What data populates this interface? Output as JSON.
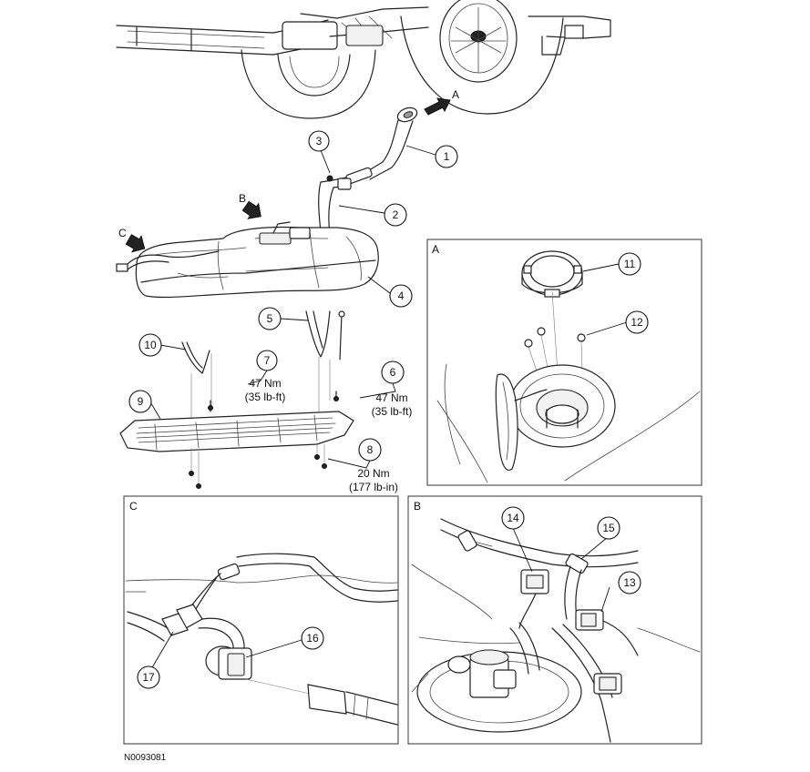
{
  "figure_code": "N0093081",
  "views": [
    {
      "id": "A",
      "label": "A"
    },
    {
      "id": "B",
      "label": "B"
    },
    {
      "id": "C",
      "label": "C"
    }
  ],
  "view_arrows": [
    {
      "id": "A",
      "label": "A"
    },
    {
      "id": "B",
      "label": "B"
    },
    {
      "id": "C",
      "label": "C"
    }
  ],
  "callouts": [
    {
      "id": "1",
      "label": "1"
    },
    {
      "id": "2",
      "label": "2"
    },
    {
      "id": "3",
      "label": "3"
    },
    {
      "id": "4",
      "label": "4"
    },
    {
      "id": "5",
      "label": "5"
    },
    {
      "id": "6",
      "label": "6"
    },
    {
      "id": "7",
      "label": "7"
    },
    {
      "id": "8",
      "label": "8"
    },
    {
      "id": "9",
      "label": "9"
    },
    {
      "id": "10",
      "label": "10"
    },
    {
      "id": "11",
      "label": "11"
    },
    {
      "id": "12",
      "label": "12"
    },
    {
      "id": "13",
      "label": "13"
    },
    {
      "id": "14",
      "label": "14"
    },
    {
      "id": "15",
      "label": "15"
    },
    {
      "id": "16",
      "label": "16"
    },
    {
      "id": "17",
      "label": "17"
    }
  ],
  "torque_specs": [
    {
      "callout": "7",
      "metric": "47 Nm",
      "imperial": "(35 lb-ft)"
    },
    {
      "callout": "6",
      "metric": "47 Nm",
      "imperial": "(35 lb-ft)"
    },
    {
      "callout": "8",
      "metric": "20 Nm",
      "imperial": "(177 lb-in)"
    }
  ]
}
